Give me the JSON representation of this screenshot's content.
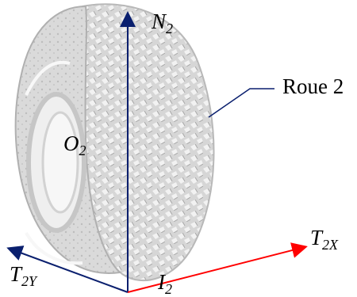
{
  "diagram": {
    "tire_label": "Roue 2",
    "axes": {
      "n2": {
        "base": "N",
        "sub": "2"
      },
      "t2x": {
        "base": "T",
        "sub": "2X"
      },
      "t2y": {
        "base": "T",
        "sub": "2Y"
      }
    },
    "points": {
      "o2": {
        "base": "O",
        "sub": "2"
      },
      "i2": {
        "base": "I",
        "sub": "2"
      }
    },
    "colors": {
      "vertical_axis": "#0a1f6e",
      "x_axis": "#ff0000",
      "y_axis": "#0a1f6e",
      "leader_line": "#0a1f6e",
      "tire": "#c9c9c9"
    }
  }
}
